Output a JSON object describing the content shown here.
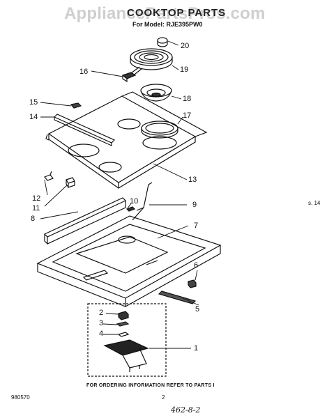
{
  "watermark": "AppliancePartsPros.com",
  "title": "COOKTOP PARTS",
  "model_line": "For Model: RJE395PW0",
  "callouts": {
    "c1": "1",
    "c2": "2",
    "c3": "3",
    "c4": "4",
    "c5": "5",
    "c6": "6",
    "c7": "7",
    "c8": "8",
    "c9": "9",
    "c10": "10",
    "c11": "11",
    "c12": "12",
    "c13": "13",
    "c14": "14",
    "c15": "15",
    "c16": "16",
    "c17": "17",
    "c18": "18",
    "c19": "19",
    "c20": "20"
  },
  "side_note": "s. 14",
  "footer_info": "FOR ORDERING INFORMATION REFER TO PARTS I",
  "doc_number": "980570",
  "page_number": "2",
  "handwritten_note": "462-8-2"
}
